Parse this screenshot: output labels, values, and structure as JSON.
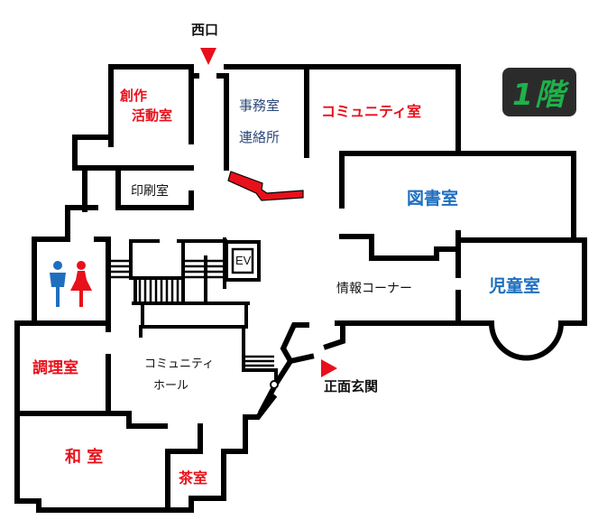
{
  "floor": {
    "label": "1階",
    "badge_bg": "#2b2b2b",
    "badge_fg": "#1fb14a"
  },
  "entrances": {
    "west": {
      "label": "西口"
    },
    "front": {
      "label": "正面玄関"
    }
  },
  "rooms": {
    "creative": {
      "line1": "創作",
      "line2": "活動室"
    },
    "office": {
      "line1": "事務室",
      "line2": "連絡所"
    },
    "community_room": {
      "label": "コミュニティ室"
    },
    "print": {
      "label": "印刷室"
    },
    "library": {
      "label": "図書室"
    },
    "elevator": {
      "label": "EV"
    },
    "info_corner": {
      "label": "情報コーナー"
    },
    "children": {
      "label": "児童室"
    },
    "kitchen": {
      "label": "調理室"
    },
    "hall": {
      "line1": "コミュニティ",
      "line2": "ホール"
    },
    "japanese": {
      "label": "和 室"
    },
    "tea": {
      "label": "茶室"
    }
  },
  "restroom": {
    "male_color": "#1f6fbf",
    "female_color": "#e8101a"
  },
  "colors": {
    "accent_red": "#e8101a",
    "accent_blue": "#1f6fbf",
    "wall": "#000000"
  }
}
